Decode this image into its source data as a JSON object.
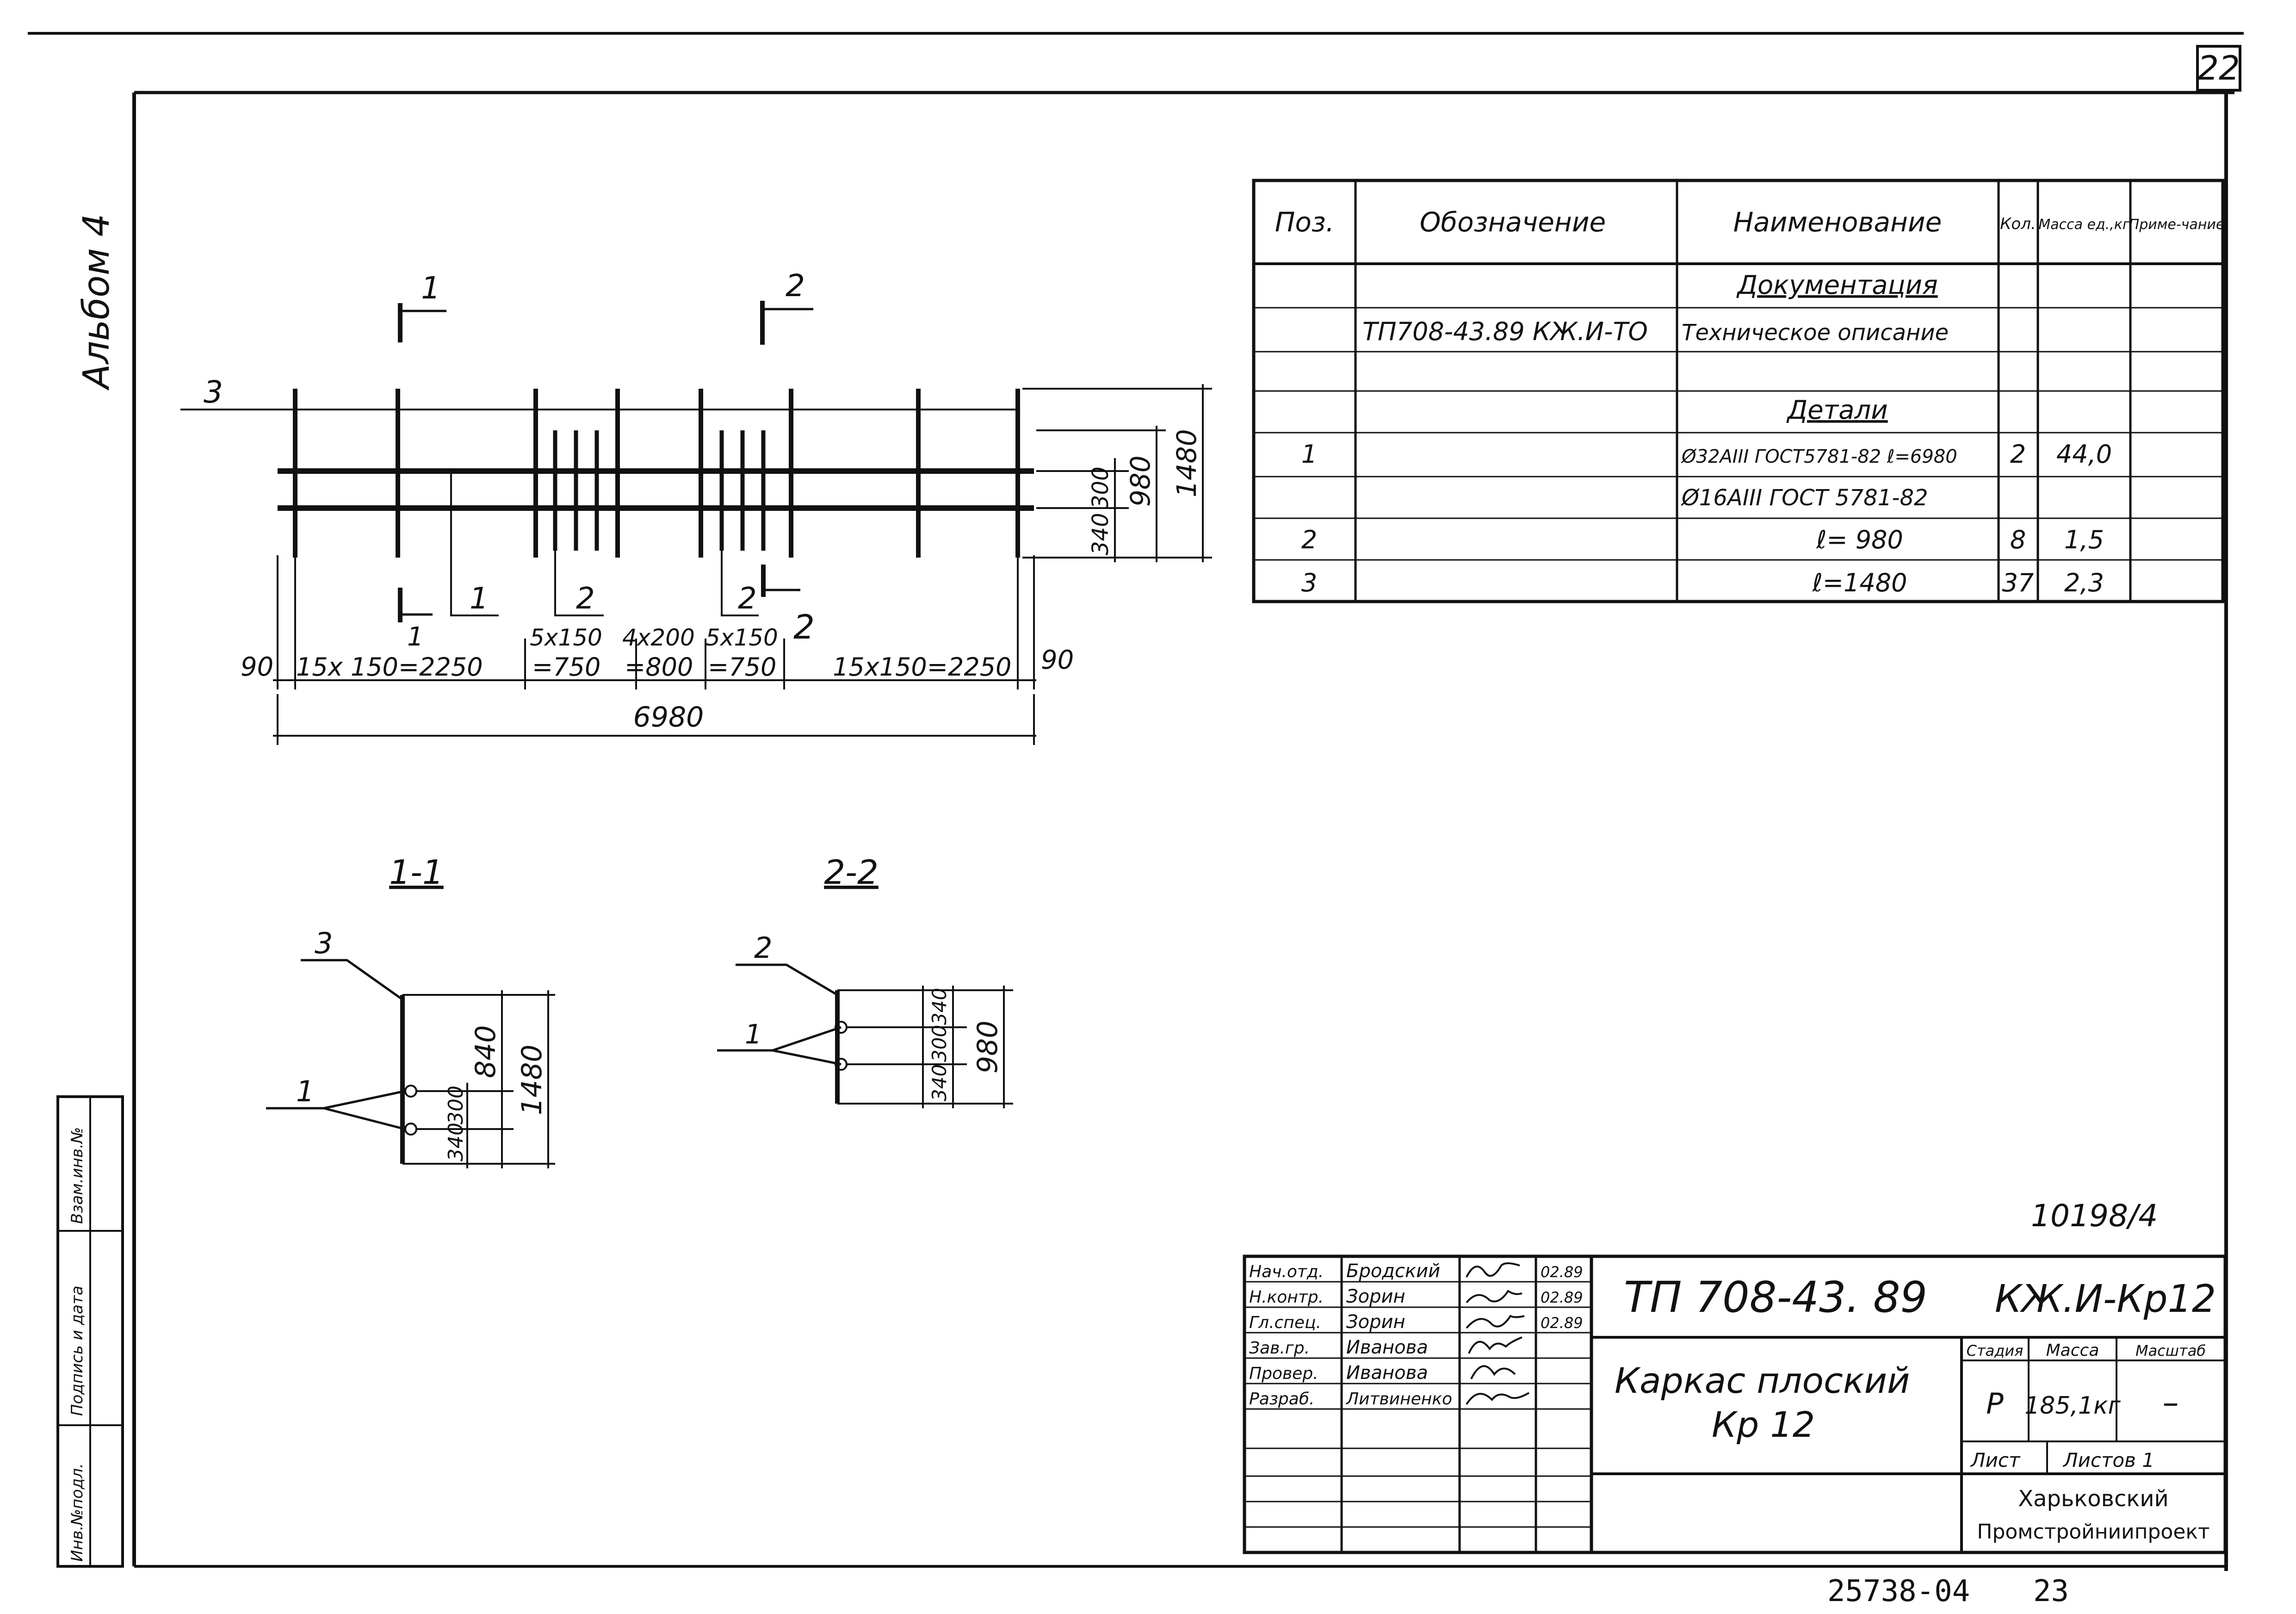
{
  "sheet_number": "22",
  "album_label": "Альбом 4",
  "left_strip": [
    "Инв.№подл.",
    "Подпись и дата",
    "Взам.инв.№"
  ],
  "spec_table": {
    "headers": [
      "Поз.",
      "Обозначение",
      "Наименование",
      "Кол.",
      "Масса ед.,кг",
      "Приме-чание"
    ],
    "rows": [
      {
        "pos": "",
        "designation": "",
        "name": "Документация",
        "qty": "",
        "mass": "",
        "note": ""
      },
      {
        "pos": "",
        "designation": "ТП708-43.89  КЖ.И-ТО",
        "name": "Техническое описание",
        "qty": "",
        "mass": "",
        "note": ""
      },
      {
        "pos": "",
        "designation": "",
        "name": "",
        "qty": "",
        "mass": "",
        "note": ""
      },
      {
        "pos": "",
        "designation": "",
        "name": "Детали",
        "qty": "",
        "mass": "",
        "note": ""
      },
      {
        "pos": "1",
        "designation": "",
        "name": "Ø32АIII ГОСТ5781-82 ℓ=6980",
        "qty": "2",
        "mass": "44,0",
        "note": ""
      },
      {
        "pos": "",
        "designation": "",
        "name": "Ø16АIII ГОСТ 5781-82",
        "qty": "",
        "mass": "",
        "note": ""
      },
      {
        "pos": "2",
        "designation": "",
        "name": "ℓ= 980",
        "qty": "8",
        "mass": "1,5",
        "note": ""
      },
      {
        "pos": "3",
        "designation": "",
        "name": "ℓ=1480",
        "qty": "37",
        "mass": "2,3",
        "note": ""
      }
    ]
  },
  "main_view": {
    "section_marks": [
      "1",
      "2"
    ],
    "pos_labels": [
      "3",
      "1",
      "2",
      "2",
      "2",
      "1"
    ],
    "dims_bottom": [
      "90",
      "15x 150=2250",
      "5x150",
      "=750",
      "4x200",
      "=800",
      "5x150",
      "=750",
      "15x150=2250",
      "90"
    ],
    "dim_total": "6980",
    "dims_right": [
      "340",
      "300",
      "980",
      "1480"
    ]
  },
  "section_1_1": {
    "title": "1-1",
    "labels": [
      "3",
      "1"
    ],
    "dims": [
      "840",
      "1480",
      "340",
      "300"
    ]
  },
  "section_2_2": {
    "title": "2-2",
    "labels": [
      "2",
      "1"
    ],
    "dims": [
      "340",
      "300",
      "340",
      "980"
    ]
  },
  "inv_note": "10198/4",
  "title_block": {
    "signatures": [
      {
        "role": "Нач.отд.",
        "name": "Бродский",
        "date": "02.89"
      },
      {
        "role": "Н.контр.",
        "name": "Зорин",
        "date": "02.89"
      },
      {
        "role": "Гл.спец.",
        "name": "Зорин",
        "date": "02.89"
      },
      {
        "role": "Зав.гр.",
        "name": "Иванова",
        "date": ""
      },
      {
        "role": "Провер.",
        "name": "Иванова",
        "date": ""
      },
      {
        "role": "Разраб.",
        "name": "Литвиненко",
        "date": ""
      }
    ],
    "project_code": "ТП 708-43. 89",
    "drawing_code": "КЖ.И-Кр12",
    "title_line1": "Каркас плоский",
    "title_line2": "Кр 12",
    "stage_header": "Стадия",
    "mass_header": "Масса",
    "scale_header": "Масштаб",
    "stage": "Р",
    "mass": "185,1кг",
    "scale": "–",
    "sheet_label": "Лист",
    "sheets_label": "Листов 1",
    "org_line1": "Харьковский",
    "org_line2": "Промстройниипроект"
  },
  "bottom_code": "25738-04",
  "bottom_page": "23"
}
